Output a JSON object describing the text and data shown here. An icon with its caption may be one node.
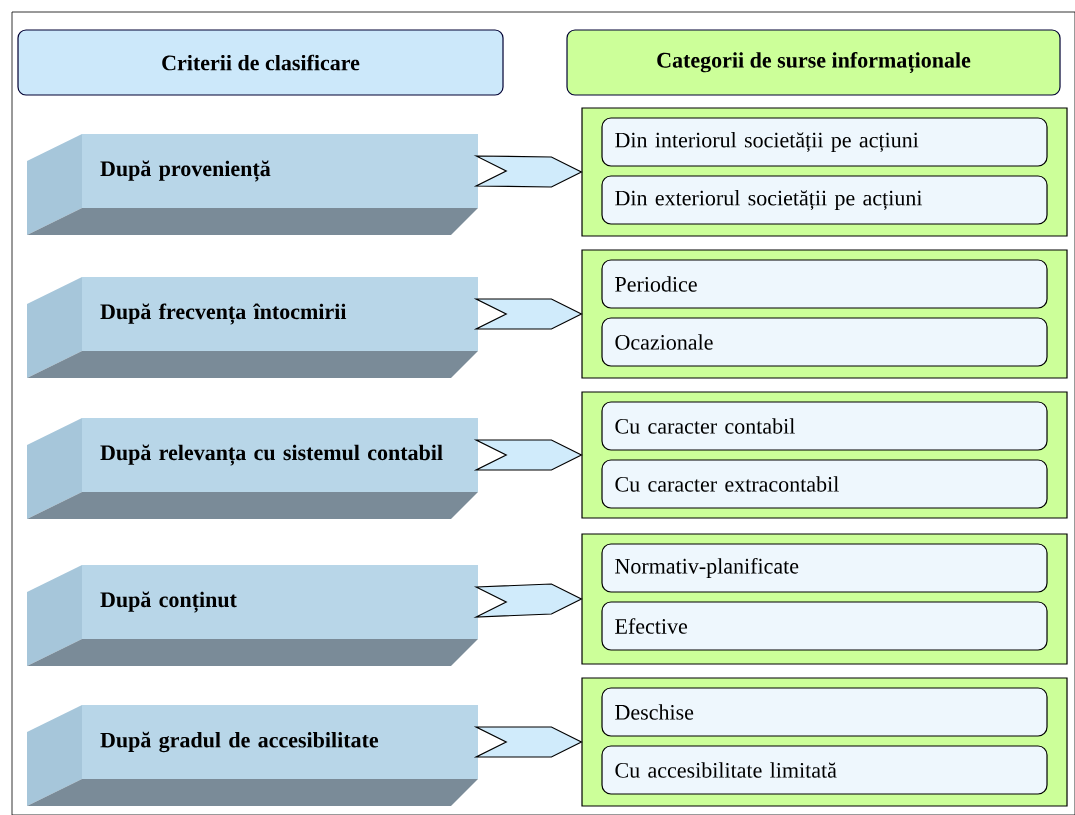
{
  "diagram": {
    "nodes": [
      {
        "text": [
          "Criterii de clasificare"
        ]
      },
      {
        "text": [
          "Categorii de surse informaționale"
        ]
      },
      {
        "text": [
          "După proveniență"
        ]
      },
      {
        "text": [],
        "shape": "box"
      },
      {
        "text": [
          "Din interiorul societății pe acțiuni"
        ],
        "in": 3
      },
      {
        "text": [
          "Din exteriorul societății pe acțiuni"
        ],
        "in": 3
      },
      {
        "text": [
          "După frecvența întocmirii"
        ]
      },
      {
        "text": [],
        "shape": "box"
      },
      {
        "text": [
          "Periodice"
        ],
        "in": 7
      },
      {
        "text": [
          "Ocazionale"
        ],
        "in": 7
      },
      {
        "text": [
          "După relevanța cu sistemul contabil"
        ]
      },
      {
        "text": [],
        "shape": "box"
      },
      {
        "text": [
          "Cu caracter contabil"
        ],
        "in": 11
      },
      {
        "text": [
          "Cu caracter extracontabil"
        ],
        "in": 11
      },
      {
        "text": [
          "După conținut"
        ]
      },
      {
        "text": [],
        "shape": "box"
      },
      {
        "text": [
          "Normativ-planificate"
        ],
        "in": 15
      },
      {
        "text": [
          "Efective"
        ],
        "in": 15
      },
      {
        "text": [
          "După gradul de accesibilitate"
        ]
      },
      {
        "text": [],
        "shape": "box"
      },
      {
        "text": [
          "Deschise"
        ],
        "in": 19
      },
      {
        "text": [
          "Cu accesibilitate limitată"
        ],
        "in": 19
      }
    ],
    "edges": [
      {
        "from": 2,
        "to": 3,
        "arrow": "to"
      },
      {
        "from": 6,
        "to": 7,
        "arrow": "to"
      },
      {
        "from": 10,
        "to": 11,
        "arrow": "to"
      },
      {
        "from": 14,
        "to": 15,
        "arrow": "to"
      },
      {
        "from": 18,
        "to": 19,
        "arrow": "to"
      }
    ]
  }
}
